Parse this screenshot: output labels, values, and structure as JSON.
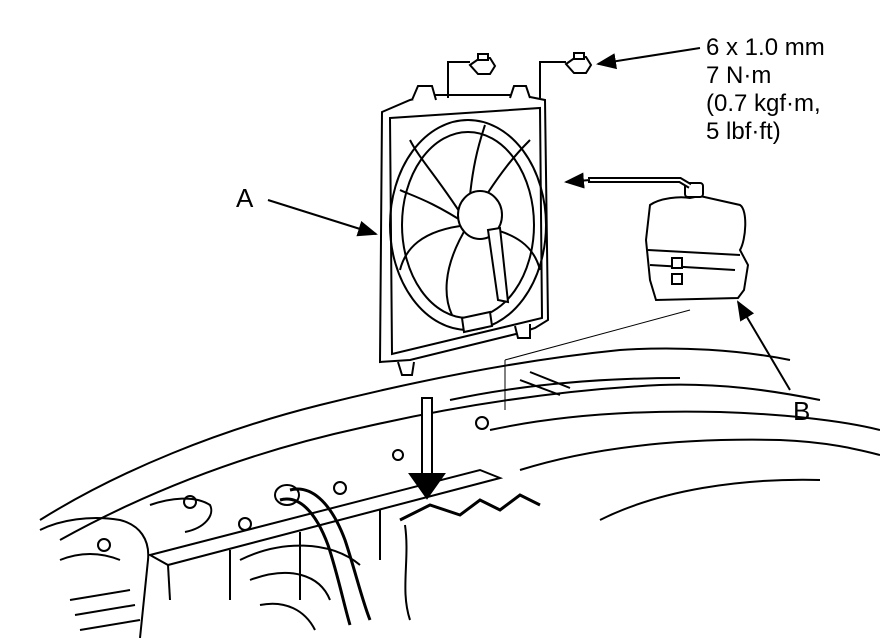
{
  "labels": {
    "a": "A",
    "b": "B"
  },
  "spec": {
    "bolt": "6 x 1.0 mm",
    "torque_nm": "7 N·m",
    "torque_kgf": "(0.7 kgf·m,",
    "torque_lbf": "5 lbf·ft)"
  },
  "colors": {
    "line": "#000000",
    "background": "#ffffff"
  }
}
